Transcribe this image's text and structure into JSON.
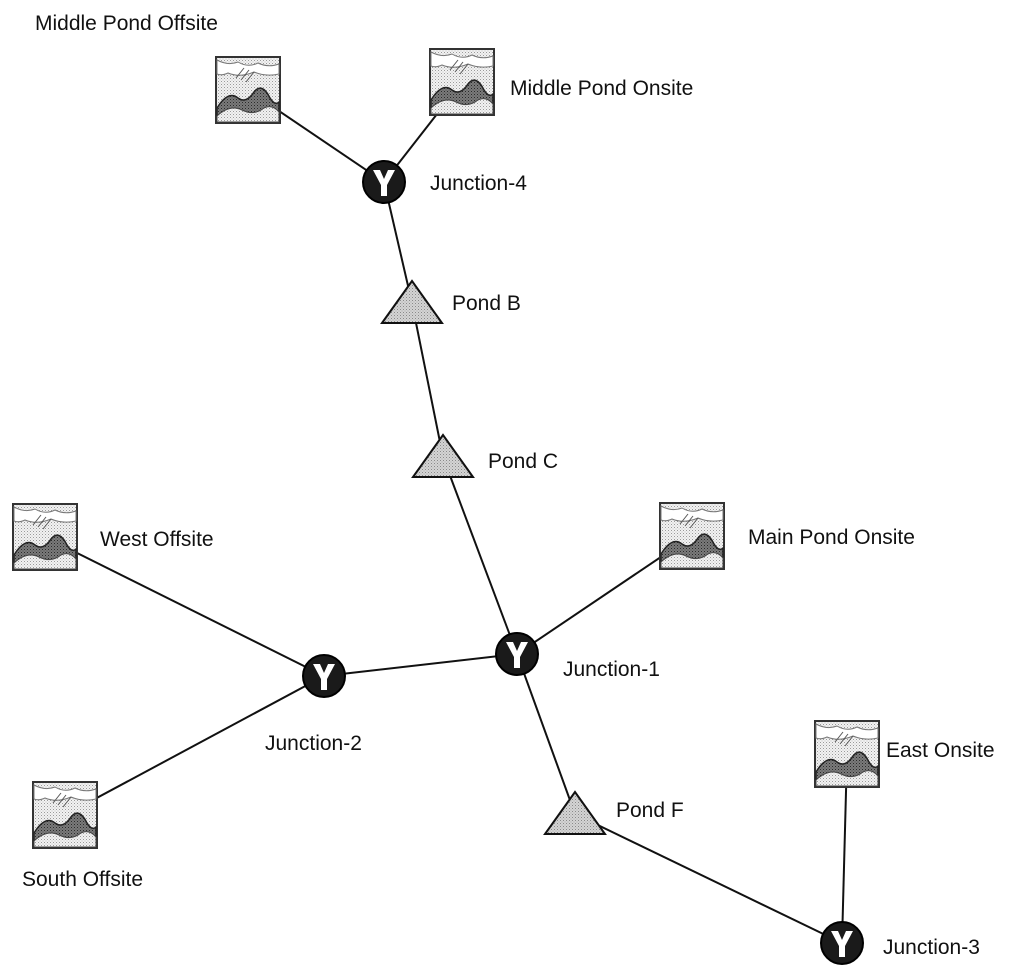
{
  "diagram": {
    "nodes": [
      {
        "id": "middle-pond-offsite",
        "type": "subbasin",
        "label": "Middle Pond Offsite"
      },
      {
        "id": "middle-pond-onsite",
        "type": "subbasin",
        "label": "Middle Pond Onsite"
      },
      {
        "id": "junction-4",
        "type": "junction",
        "label": "Junction-4"
      },
      {
        "id": "pond-b",
        "type": "pond",
        "label": "Pond B"
      },
      {
        "id": "pond-c",
        "type": "pond",
        "label": "Pond C"
      },
      {
        "id": "west-offsite",
        "type": "subbasin",
        "label": "West Offsite"
      },
      {
        "id": "main-pond-onsite",
        "type": "subbasin",
        "label": "Main Pond Onsite"
      },
      {
        "id": "junction-2",
        "type": "junction",
        "label": "Junction-2"
      },
      {
        "id": "junction-1",
        "type": "junction",
        "label": "Junction-1"
      },
      {
        "id": "south-offsite",
        "type": "subbasin",
        "label": "South Offsite"
      },
      {
        "id": "east-onsite",
        "type": "subbasin",
        "label": "East Onsite"
      },
      {
        "id": "pond-f",
        "type": "pond",
        "label": "Pond  F"
      },
      {
        "id": "junction-3",
        "type": "junction",
        "label": "Junction-3"
      }
    ],
    "links": [
      [
        "middle-pond-offsite",
        "junction-4"
      ],
      [
        "middle-pond-onsite",
        "junction-4"
      ],
      [
        "junction-4",
        "pond-b"
      ],
      [
        "pond-b",
        "pond-c"
      ],
      [
        "pond-c",
        "junction-1"
      ],
      [
        "main-pond-onsite",
        "junction-1"
      ],
      [
        "junction-2",
        "junction-1"
      ],
      [
        "west-offsite",
        "junction-2"
      ],
      [
        "south-offsite",
        "junction-2"
      ],
      [
        "junction-1",
        "pond-f"
      ],
      [
        "pond-f",
        "junction-3"
      ],
      [
        "east-onsite",
        "junction-3"
      ]
    ]
  }
}
